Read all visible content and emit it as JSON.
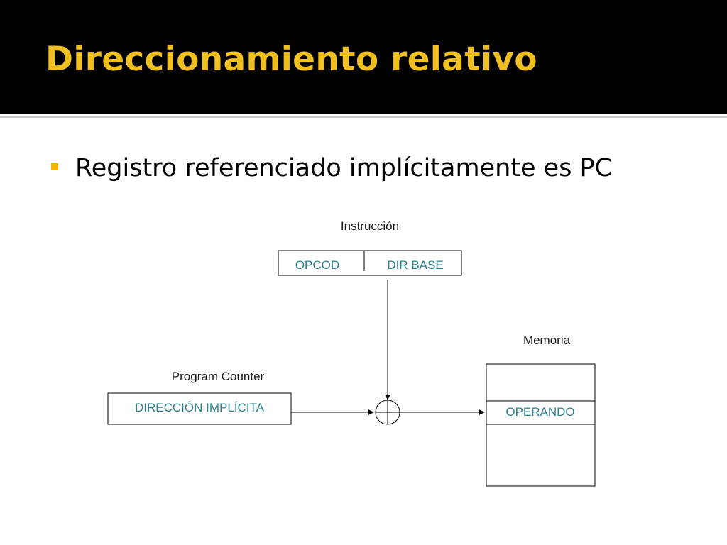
{
  "slide": {
    "title": "Direccionamiento relativo",
    "bullets": [
      {
        "text": "Registro referenciado implícitamente es PC"
      }
    ]
  },
  "diagram": {
    "instruction": {
      "label": "Instrucción",
      "fields": [
        "OPCOD",
        "DIR BASE"
      ]
    },
    "program_counter": {
      "label": "Program Counter",
      "field": "DIRECCIÓN IMPLÍCITA"
    },
    "memory": {
      "label": "Memoria",
      "cell": "OPERANDO"
    },
    "adder_symbol": "⊕"
  },
  "colors": {
    "header_bg": "#000000",
    "title": "#f0c020",
    "bullet_marker": "#f0b400",
    "field_text": "#2e7f8c"
  }
}
